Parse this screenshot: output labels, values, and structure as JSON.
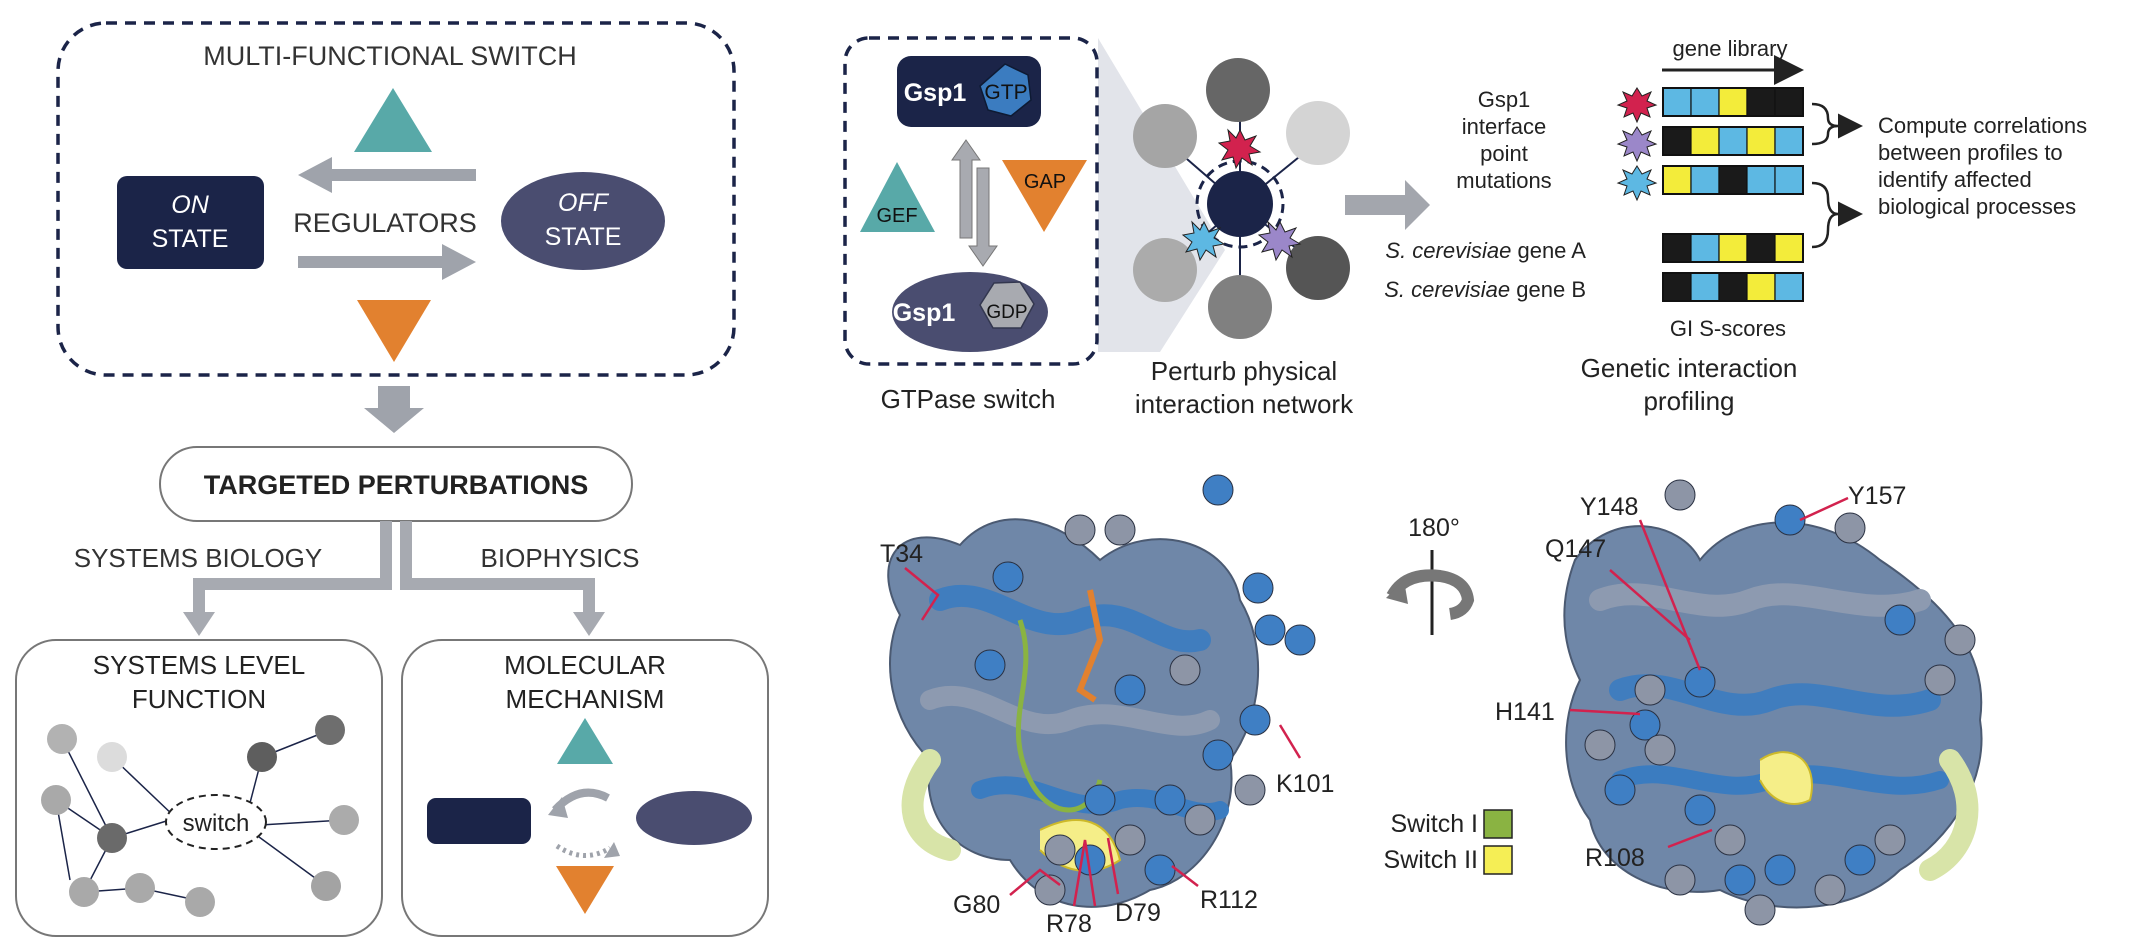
{
  "left": {
    "switch_title": "MULTI-FUNCTIONAL SWITCH",
    "on_italic": "ON",
    "on_state": "STATE",
    "off_italic": "OFF",
    "off_state": "STATE",
    "regulators": "REGULATORS",
    "targeted": "TARGETED PERTURBATIONS",
    "systems_biology": "SYSTEMS BIOLOGY",
    "biophysics": "BIOPHYSICS",
    "systems_level_1": "SYSTEMS LEVEL",
    "systems_level_2": "FUNCTION",
    "molecular_1": "MOLECULAR",
    "molecular_2": "MECHANISM",
    "switch_node": "switch"
  },
  "gtpase": {
    "gsp1_top": "Gsp1",
    "gtp": "GTP",
    "gef": "GEF",
    "gap": "GAP",
    "gsp1_bottom": "Gsp1",
    "gdp": "GDP",
    "caption": "GTPase switch"
  },
  "network": {
    "caption_1": "Perturb physical",
    "caption_2": "interaction network"
  },
  "profiling": {
    "gene_library": "gene library",
    "mutations_1": "Gsp1",
    "mutations_2": "interface",
    "mutations_3": "point",
    "mutations_4": "mutations",
    "gene_a_species": "S. cerevisiae",
    "gene_a_name": " gene A",
    "gene_b_species": "S. cerevisiae",
    "gene_b_name": " gene B",
    "gi_scores": "GI S-scores",
    "compute_1": "Compute correlations",
    "compute_2": "between profiles to",
    "compute_3": "identify affected",
    "compute_4": "biological processes",
    "caption_1": "Genetic interaction",
    "caption_2": "profiling"
  },
  "structure": {
    "rotation": "180°",
    "labels_left": [
      "T34",
      "K101",
      "G80",
      "R78",
      "D79",
      "R112"
    ],
    "labels_right": [
      "Y148",
      "Y157",
      "Q147",
      "H141",
      "R108"
    ],
    "legend_switch1": "Switch I",
    "legend_switch2": "Switch II"
  },
  "colors": {
    "navy": "#1b2448",
    "slate": "#4a4d70",
    "teal": "#58a9a8",
    "orange": "#e2812f",
    "gray_arrow": "#a3a6ad",
    "sky": "#5db8e3",
    "yellow": "#f3ec3a",
    "crimson": "#d2224e",
    "purple": "#9b87c9",
    "blue_protein": "#3b7cc0",
    "lime": "#8ab342",
    "yellow_legend": "#f5ee55"
  },
  "gi_grid": {
    "rows": [
      [
        "sky",
        "sky",
        "yellow",
        "black",
        "black"
      ],
      [
        "black",
        "yellow",
        "sky",
        "yellow",
        "sky"
      ],
      [
        "yellow",
        "sky",
        "black",
        "sky",
        "sky"
      ],
      [
        "black",
        "sky",
        "yellow",
        "black",
        "yellow"
      ],
      [
        "black",
        "sky",
        "black",
        "yellow",
        "sky"
      ]
    ]
  }
}
